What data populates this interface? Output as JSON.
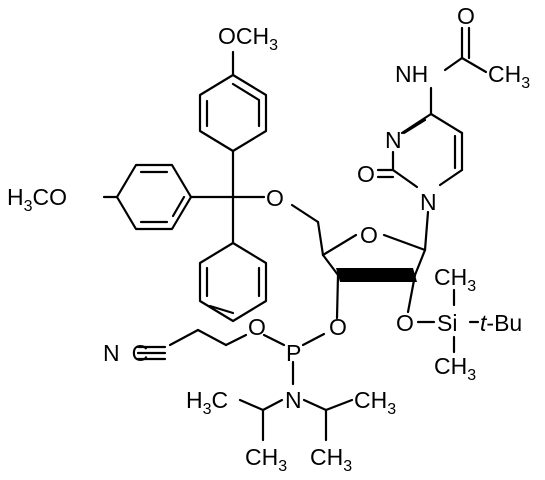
{
  "labels": {
    "ome_top_O": "O",
    "ome_top_CH": "CH",
    "ome_top_3": "3",
    "ome_left_H": "H",
    "ome_left_3": "3",
    "ome_left_CO": "CO",
    "acyl_O": "O",
    "amide_N": "N",
    "amide_H": "H",
    "acyl_CH": "CH",
    "acyl_3": "3",
    "ring_N3": "N",
    "carbonyl_O": "O",
    "ring_N1": "N",
    "ether_O": "O",
    "furan_O": "O",
    "o3_O": "O",
    "p_O": "O",
    "P": "P",
    "o2_O": "O",
    "Si": "Si",
    "si_me_top_CH": "CH",
    "si_me_top_3": "3",
    "si_me_bot_CH": "CH",
    "si_me_bot_3": "3",
    "tBu_t": "t",
    "tBu_dash": "-",
    "tBu_Bu": "Bu",
    "nitrile_N": "N",
    "nitrile_C": "C",
    "amine_N": "N",
    "h3c_left_H": "H",
    "h3c_left_3": "3",
    "h3c_left_C": "C",
    "ch3_right_CH": "CH",
    "ch3_right_3": "3",
    "bot_ch3_1_CH": "CH",
    "bot_ch3_1_3": "3",
    "bot_ch3_2_CH": "CH",
    "bot_ch3_2_3": "3"
  }
}
